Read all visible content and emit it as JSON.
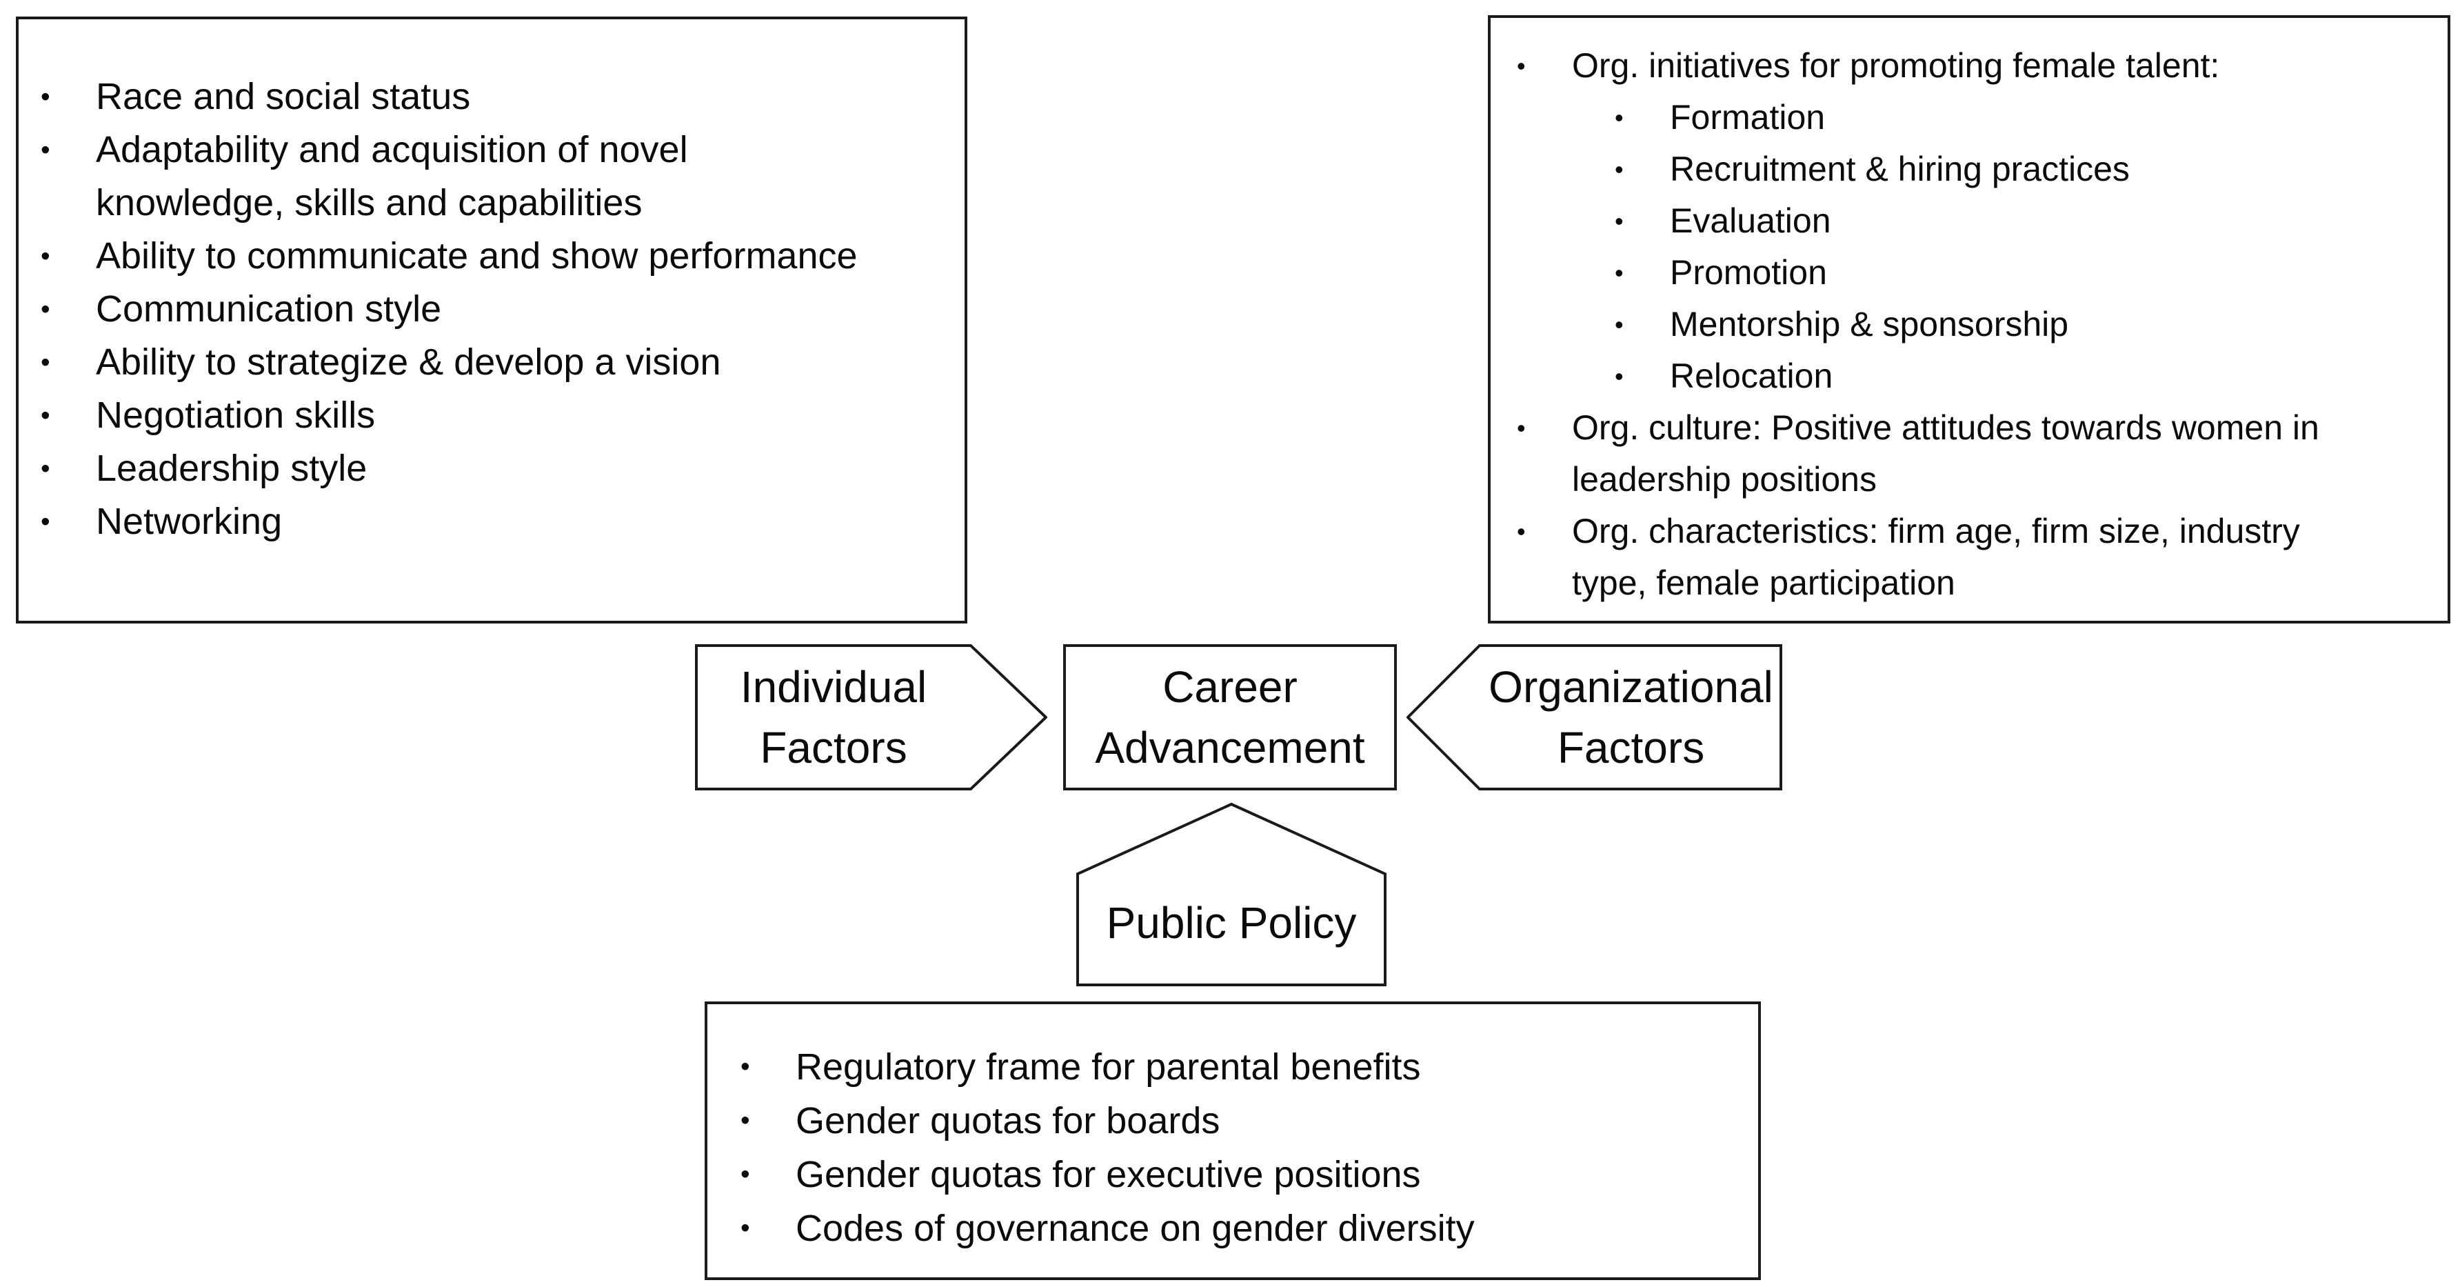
{
  "canvas": {
    "background": "#ffffff",
    "border_color": "#1a1a1a",
    "text_color": "#0b0b0b"
  },
  "individual_factors_box": {
    "items": [
      {
        "indent": 0,
        "text": "Race and social status"
      },
      {
        "indent": 0,
        "text": "Adaptability and acquisition of novel\nknowledge, skills and capabilities"
      },
      {
        "indent": 0,
        "text": "Ability to communicate and show performance"
      },
      {
        "indent": 0,
        "text": "Communication style"
      },
      {
        "indent": 0,
        "text": "Ability to strategize & develop a vision"
      },
      {
        "indent": 0,
        "text": "Negotiation skills"
      },
      {
        "indent": 0,
        "text": "Leadership style"
      },
      {
        "indent": 0,
        "text": "Networking"
      }
    ]
  },
  "organizational_factors_box": {
    "items": [
      {
        "indent": 0,
        "text": "Org. initiatives for promoting female talent:"
      },
      {
        "indent": 1,
        "text": "Formation"
      },
      {
        "indent": 1,
        "text": "Recruitment & hiring practices"
      },
      {
        "indent": 1,
        "text": "Evaluation"
      },
      {
        "indent": 1,
        "text": "Promotion"
      },
      {
        "indent": 1,
        "text": "Mentorship & sponsorship"
      },
      {
        "indent": 1,
        "text": "Relocation"
      },
      {
        "indent": 0,
        "text": "Org. culture: Positive attitudes towards women in\nleadership positions"
      },
      {
        "indent": 0,
        "text": "Org. characteristics: firm age, firm size, industry\ntype, female participation"
      }
    ]
  },
  "public_policy_box": {
    "items": [
      {
        "indent": 0,
        "text": "Regulatory frame for parental benefits"
      },
      {
        "indent": 0,
        "text": "Gender quotas for boards"
      },
      {
        "indent": 0,
        "text": "Gender quotas for executive positions"
      },
      {
        "indent": 0,
        "text": "Codes of governance on gender diversity"
      }
    ]
  },
  "nodes": {
    "individual": "Individual\nFactors",
    "career": "Career\nAdvancement",
    "organizational": "Organizational\nFactors",
    "public_policy": "Public Policy"
  }
}
